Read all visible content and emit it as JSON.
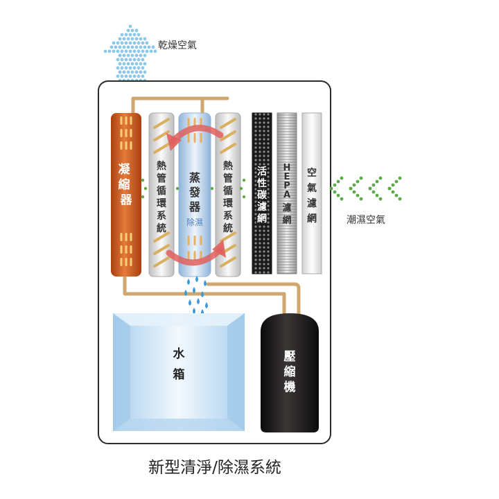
{
  "labels": {
    "dry_air": "乾燥空氣",
    "humid_air": "潮濕空氣",
    "condenser": "凝縮器",
    "heat_pipe_left": "熱管循環系統",
    "evaporator": "蒸發器",
    "dehumidify": "除濕",
    "heat_pipe_right": "熱管循環系統",
    "carbon_filter": "活性碳濾網",
    "hepa_prefix": "HEPA",
    "hepa_suffix": "濾網",
    "air_filter": "空氣濾網",
    "water_tank": "水箱",
    "compressor": "壓縮機",
    "caption": "新型清淨/除濕系統"
  },
  "colors": {
    "condenser": "#c9581f",
    "copper_pipe": "#cfa870",
    "evaporator": "#b8d2ec",
    "heat_pipe": "#e6e6e6",
    "rotation_arrow": "#e0605e",
    "humid_dots": "#5aab45",
    "dry_dots": "#8cc8e8",
    "water_drops": "#3f9bd8",
    "water_tank": "#c9e2f3",
    "compressor": "#1e1c1c",
    "carbon_filter": "#2a2a2a"
  }
}
